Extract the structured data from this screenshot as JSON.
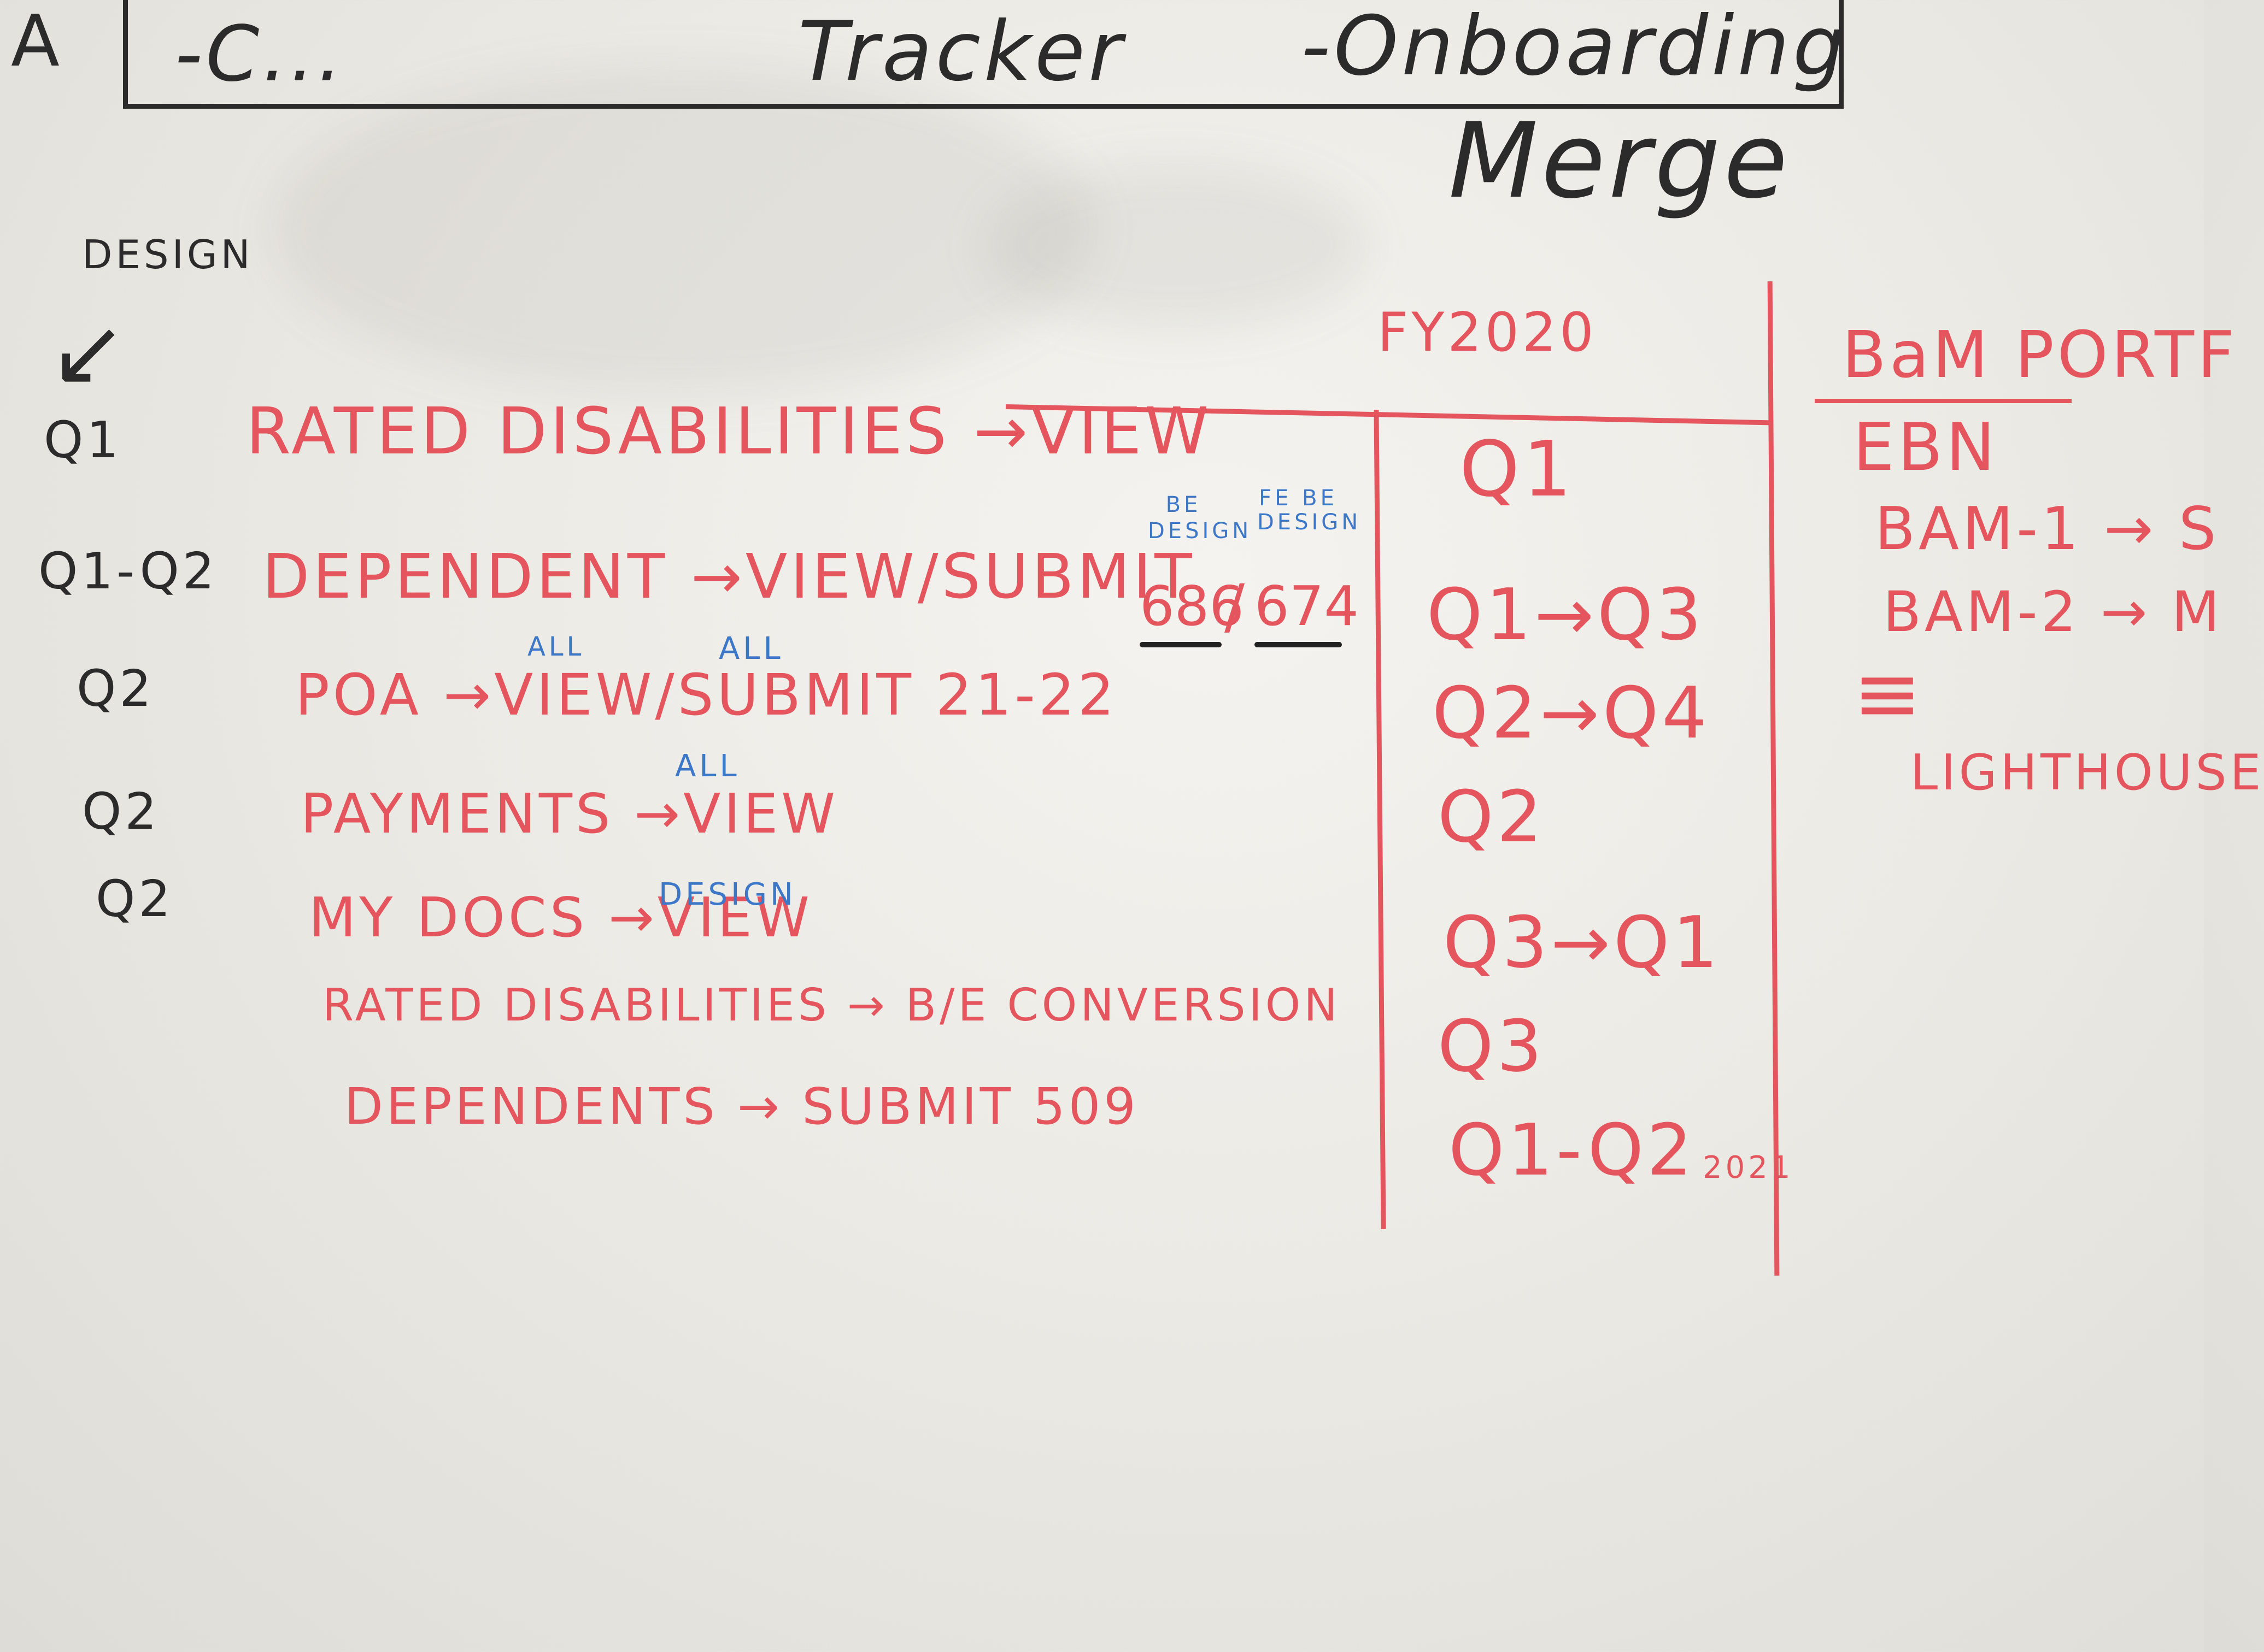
{
  "header": {
    "left_mark": "A",
    "item1": "-C...",
    "item2": "Tracker",
    "item3": "-Onboarding",
    "sub": "Merge"
  },
  "design_label": "DESIGN",
  "design_arrow": "↙",
  "left_quarters": [
    "Q1",
    "Q1-Q2",
    "Q2",
    "Q2",
    "Q2"
  ],
  "rows": [
    "RATED DISABILITIES →VIEW",
    "DEPENDENT →VIEW/SUBMIT",
    "POA →VIEW/SUBMIT 21-22",
    "PAYMENTS →VIEW",
    "MY DOCS →VIEW",
    "RATED DISABILITIES → B/E CONVERSION",
    "DEPENDENTS → SUBMIT 509"
  ],
  "blue_notes": {
    "be_design": "BE DESIGN",
    "fe_be_design": "FE BE DESIGN",
    "num1": "686",
    "num2": "674",
    "all1": "ALL",
    "all2": "ALL",
    "all3": "ALL",
    "design": "DESIGN"
  },
  "fy": {
    "title": "FY2020",
    "quarters": [
      "Q1",
      "Q1→Q3",
      "Q2→Q4",
      "Q2",
      "Q3→Q1",
      "Q3",
      "Q1-Q2"
    ],
    "note_2021": "2021"
  },
  "bam": {
    "title": "BaM PORTF",
    "items": [
      "EBN",
      "BAM-1 → S",
      "BAM-2 → M",
      "≡",
      "LIGHTHOUSE"
    ]
  },
  "colors": {
    "red_marker": "#e4555e",
    "black_marker": "#2b2b2b",
    "blue_marker": "#3c77c8",
    "board": "#eceae5"
  }
}
